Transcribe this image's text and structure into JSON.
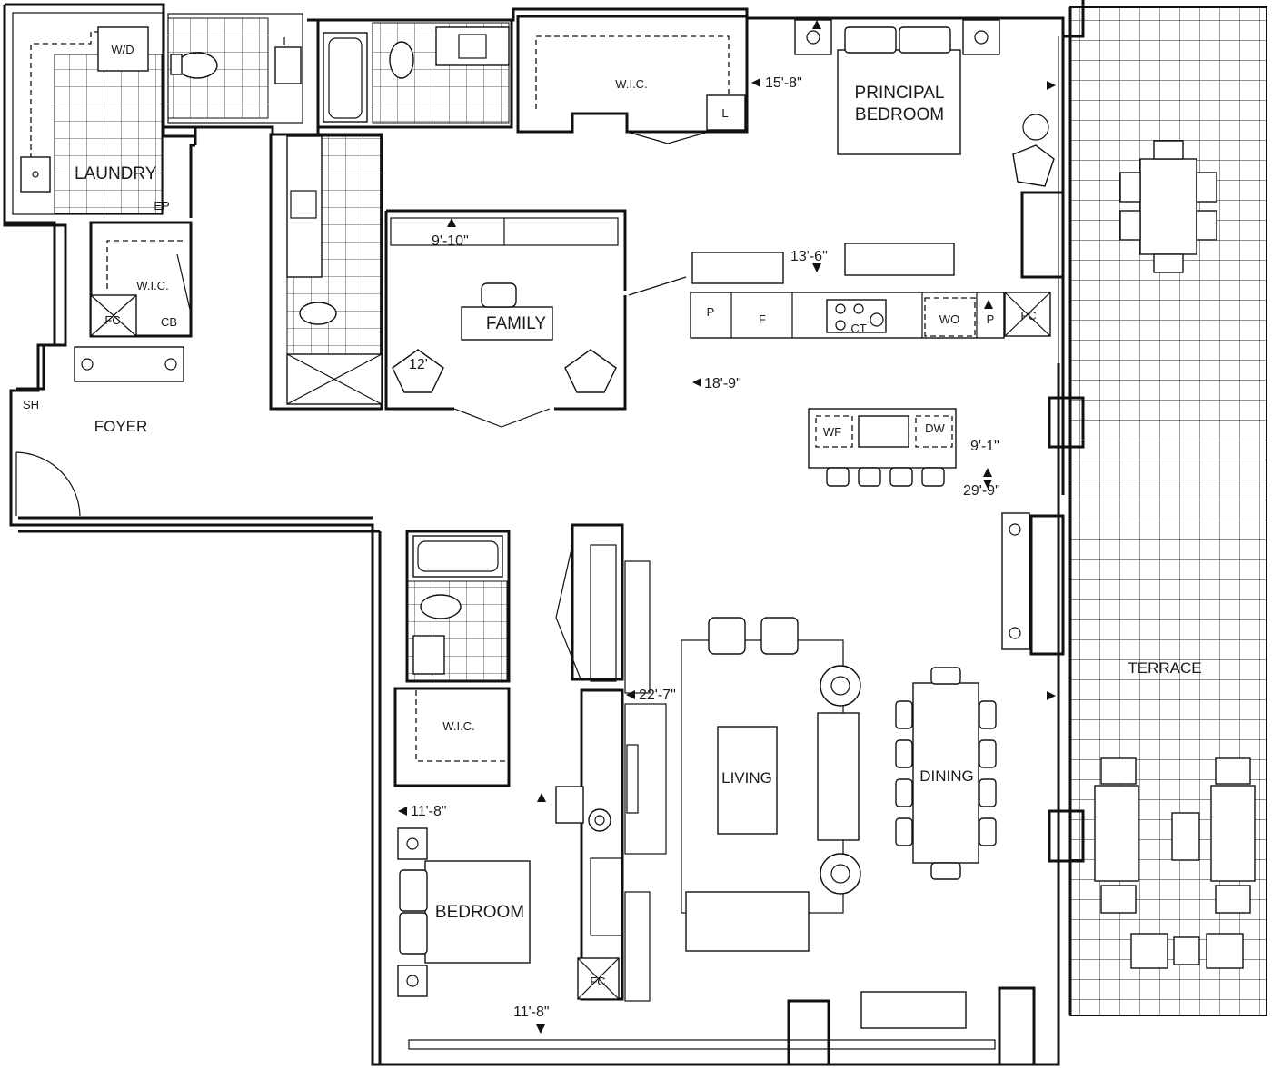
{
  "rooms": {
    "laundry": "LAUNDRY",
    "principal_1": "PRINCIPAL",
    "principal_2": "BEDROOM",
    "family": "FAMILY",
    "foyer": "FOYER",
    "living": "LIVING",
    "dining": "DINING",
    "bedroom": "BEDROOM",
    "terrace": "TERRACE",
    "wic": "W.I.C."
  },
  "tags": {
    "wd": "W/D",
    "l": "L",
    "ep": "EP",
    "fc": "FC",
    "cb": "CB",
    "sh": "SH",
    "p": "P",
    "f": "F",
    "ct": "CT",
    "wo": "WO",
    "wf": "WF",
    "dw": "DW"
  },
  "dimensions": {
    "d1": "15'-8\"",
    "d2": "9'-10\"",
    "d3": "13'-6\"",
    "d4": "12'",
    "d5": "18'-9\"",
    "d6": "9'-1\"",
    "d7": "29'-9\"",
    "d8": "22'-7\"",
    "d9": "11'-8\"",
    "d10": "11'-8\""
  }
}
